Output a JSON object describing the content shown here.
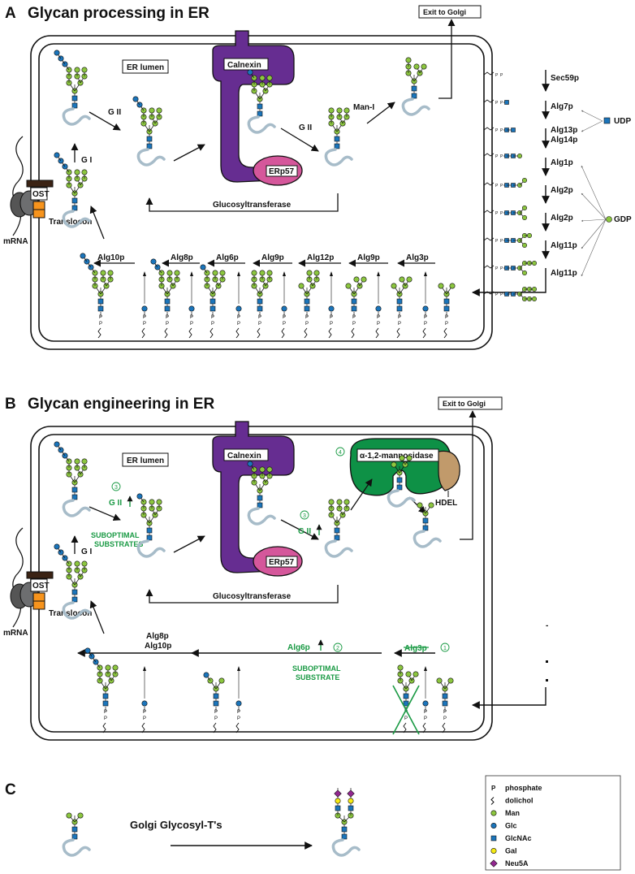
{
  "colors": {
    "man": "#8cc63f",
    "glc": "#1b75bb",
    "glcnac": "#1b75bb",
    "gal": "#f7ec13",
    "neu5a": "#92278f",
    "calnexin": "#662d91",
    "erp57": "#d5579b",
    "mannosidase": "#0e9146",
    "hdel": "#c19a6b",
    "green_text": "#1a9a44",
    "protein": "#a7bcc9"
  },
  "panelA": {
    "letter": "A",
    "title": "Glycan processing in ER",
    "lumen": "ER lumen",
    "exit": "Exit to Golgi",
    "calnexin": "Calnexin",
    "erp57": "ERp57",
    "gII_1": "G II",
    "gII_2": "G II",
    "gI": "G I",
    "manI": "Man-I",
    "glucosyltransferase": "Glucosyltransferase",
    "ost": "OST",
    "translocon": "Translocon",
    "mrna": "mRNA",
    "luminal_enzymes": [
      "Alg10p",
      "Alg8p",
      "Alg6p",
      "Alg9p",
      "Alg12p",
      "Alg9p",
      "Alg3p"
    ],
    "cyto_enzymes": [
      "Sec59p",
      "Alg7p",
      "Alg13p",
      "Alg14p",
      "Alg1p",
      "Alg2p",
      "Alg2p",
      "Alg11p",
      "Alg11p"
    ],
    "udp": "UDP",
    "gdp": "GDP"
  },
  "panelB": {
    "letter": "B",
    "title": "Glycan engineering in ER",
    "lumen": "ER lumen",
    "exit": "Exit to Golgi",
    "calnexin": "Calnexin",
    "erp57": "ERp57",
    "mannosidase": "α-1,2-mannosidase",
    "hdel": "HDEL",
    "gII_1": "G II",
    "gII_2": "G II",
    "gI": "G I",
    "num3a": "3",
    "num3b": "3",
    "num4": "4",
    "num2": "2",
    "num1": "1",
    "suboptimal_substrates": [
      "SUBOPTIMAL",
      "SUBSTRATES"
    ],
    "suboptimal_substrate": [
      "SUBOPTIMAL",
      "SUBSTRATE"
    ],
    "glucosyltransferase": "Glucosyltransferase",
    "ost": "OST",
    "translocon": "Translocon",
    "mrna": "mRNA",
    "alg8p": "Alg8p",
    "alg10p": "Alg10p",
    "alg6p": "Alg6p",
    "alg3p": "Alg3p"
  },
  "panelC": {
    "letter": "C",
    "golgi": "Golgi Glycosyl-T's"
  },
  "legend": [
    {
      "symbol": "P",
      "label": "phosphate"
    },
    {
      "symbol": "zigzag",
      "label": "dolichol"
    },
    {
      "symbol": "man",
      "label": "Man"
    },
    {
      "symbol": "glc",
      "label": "Glc"
    },
    {
      "symbol": "glcnac",
      "label": "GlcNAc"
    },
    {
      "symbol": "gal",
      "label": "Gal"
    },
    {
      "symbol": "neu5a",
      "label": "Neu5A"
    }
  ]
}
